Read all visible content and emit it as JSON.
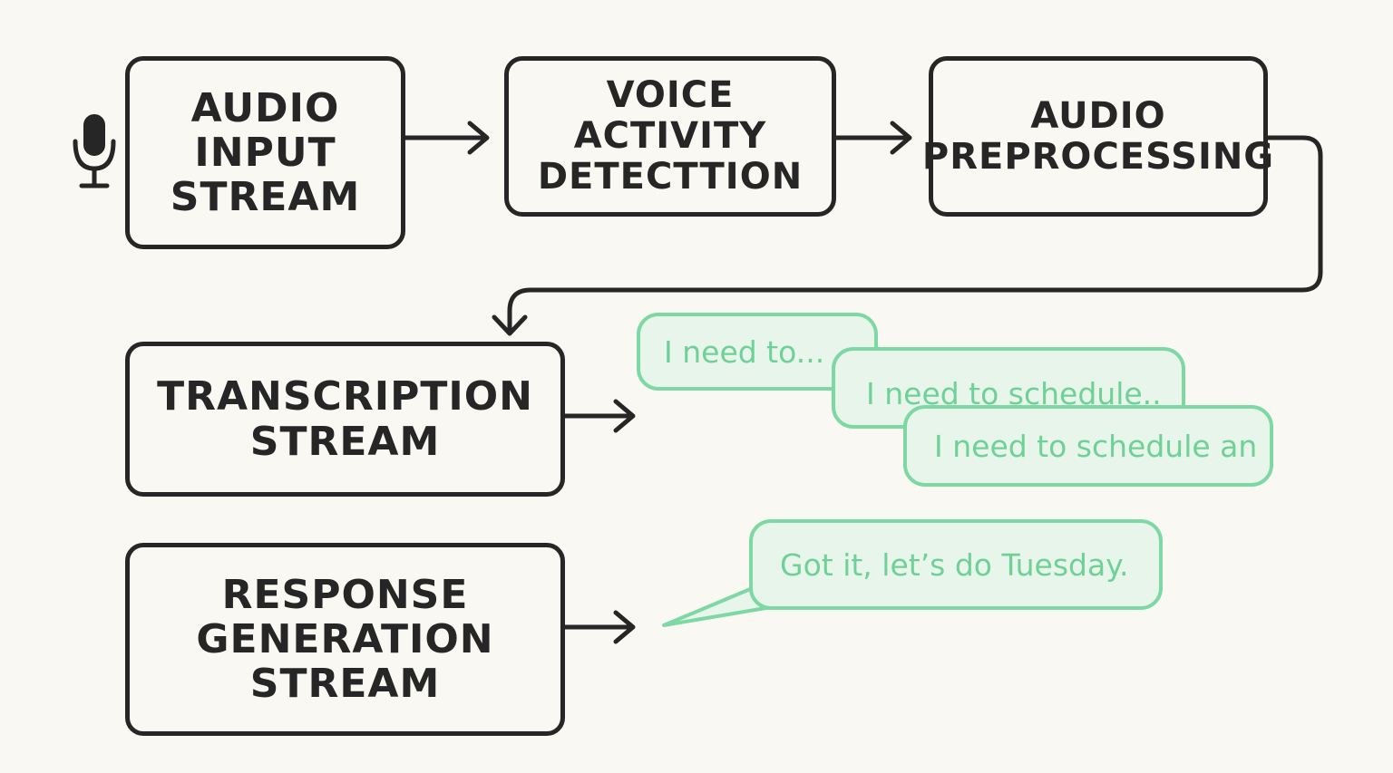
{
  "colors": {
    "background": "#faf8f3",
    "stroke": "#262626",
    "bubble_border": "#7ed8a4",
    "bubble_fill": "#e8f5ea",
    "bubble_text": "#6fd197"
  },
  "icons": {
    "input": "microphone-icon"
  },
  "nodes": {
    "audio_input": [
      "AUDIO",
      "INPUT",
      "STREAM"
    ],
    "vad": [
      "VOICE ACTIVITY",
      "DETECTTION"
    ],
    "preprocessing": [
      "AUDIO",
      "PREPROCESSING"
    ],
    "transcription": [
      "TRANSCRIPTION",
      "STREAM"
    ],
    "response": [
      "RESPONSE",
      "GENERATION",
      "STREAM"
    ]
  },
  "transcripts": [
    "I need to...",
    "I need to schedule..",
    "I need to schedule an"
  ],
  "response_bubble": "Got it, let’s do Tuesday."
}
